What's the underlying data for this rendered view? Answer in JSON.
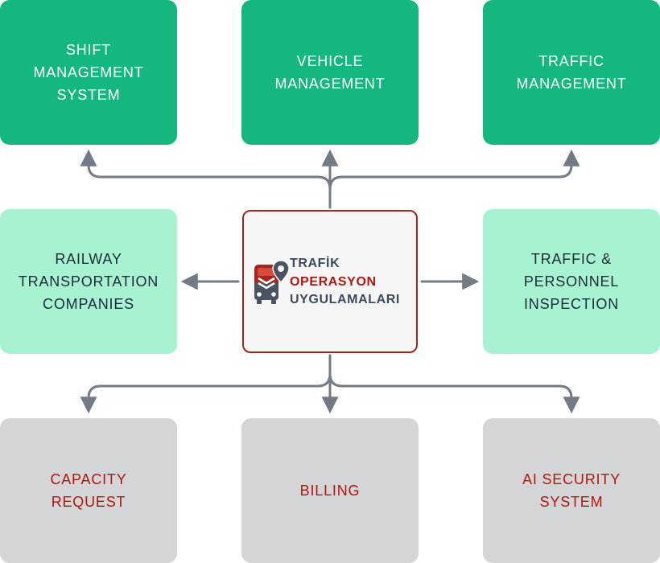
{
  "top": [
    {
      "label": "SHIFT\nMANAGEMENT\nSYSTEM"
    },
    {
      "label": "VEHICLE\nMANAGEMENT"
    },
    {
      "label": "TRAFFIC\nMANAGEMENT"
    }
  ],
  "middle": [
    {
      "label": "RAILWAY\nTRANSPORTATION\nCOMPANIES"
    },
    {
      "label": "TRAFFIC &\nPERSONNEL\nINSPECTION"
    }
  ],
  "bottom": [
    {
      "label": "CAPACITY\nREQUEST"
    },
    {
      "label": "BILLING"
    },
    {
      "label": "AI SECURITY\nSYSTEM"
    }
  ],
  "logo": {
    "line1": "TRAFİK",
    "line2": "OPERASYON",
    "line3": "UYGULAMALARI",
    "icon": "train-location-pin-icon"
  },
  "colors": {
    "dark_green": "#14b87f",
    "light_green": "#a6f2d1",
    "grey": "#d4d5d7",
    "red_text": "#b3150f",
    "navy_text": "#1c2a3a",
    "connector": "#727b86",
    "center_border": "#a8251f"
  }
}
